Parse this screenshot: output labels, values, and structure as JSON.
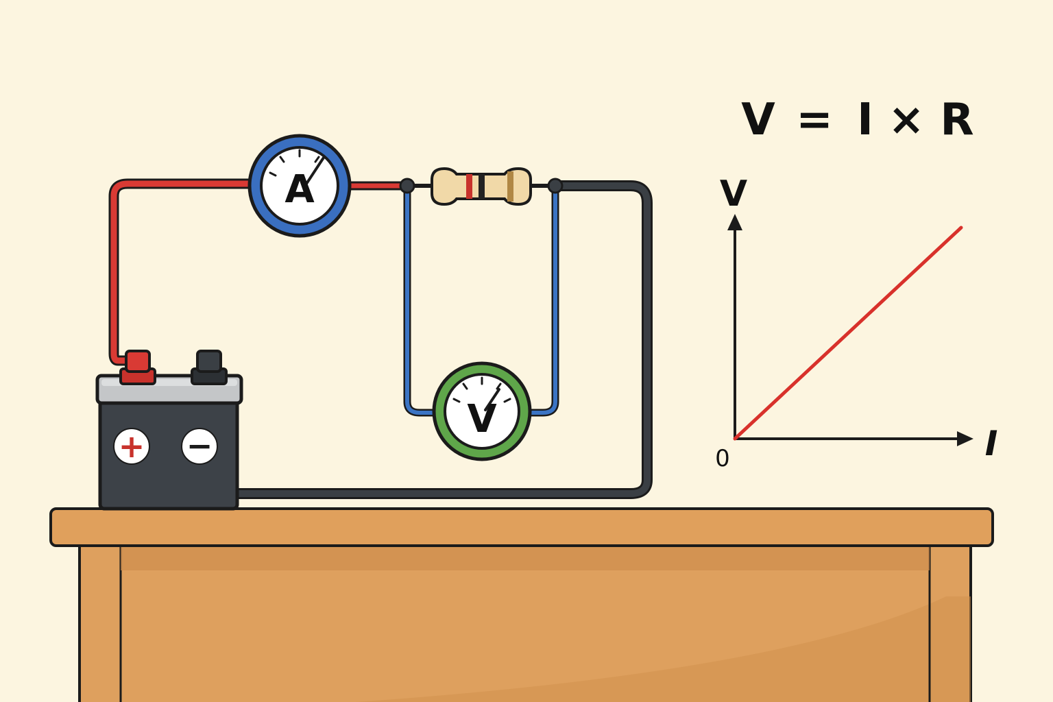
{
  "formula": {
    "v": "V",
    "eq": "=",
    "i": "I",
    "times": "×",
    "r": "R"
  },
  "ammeter": {
    "label": "A"
  },
  "voltmeter": {
    "label": "V"
  },
  "battery": {
    "plus": "+",
    "minus": "−"
  },
  "graph": {
    "y_label": "V",
    "x_label": "I",
    "origin_label": "0"
  },
  "chart_data": {
    "type": "line",
    "xlabel": "I",
    "ylabel": "V",
    "series": [
      {
        "x": [
          0,
          1
        ],
        "y": [
          0,
          1
        ]
      }
    ]
  },
  "colors": {
    "background": "#fcf5e0",
    "wire_red": "#d93a34",
    "wire_blue": "#3b74c4",
    "wire_black": "#2f3336",
    "ammeter_ring": "#3a6fc0",
    "voltmeter_ring": "#5fa64a",
    "graph_line": "#d8312b",
    "table_top": "#e0a05c",
    "table_body": "#dea05e"
  }
}
